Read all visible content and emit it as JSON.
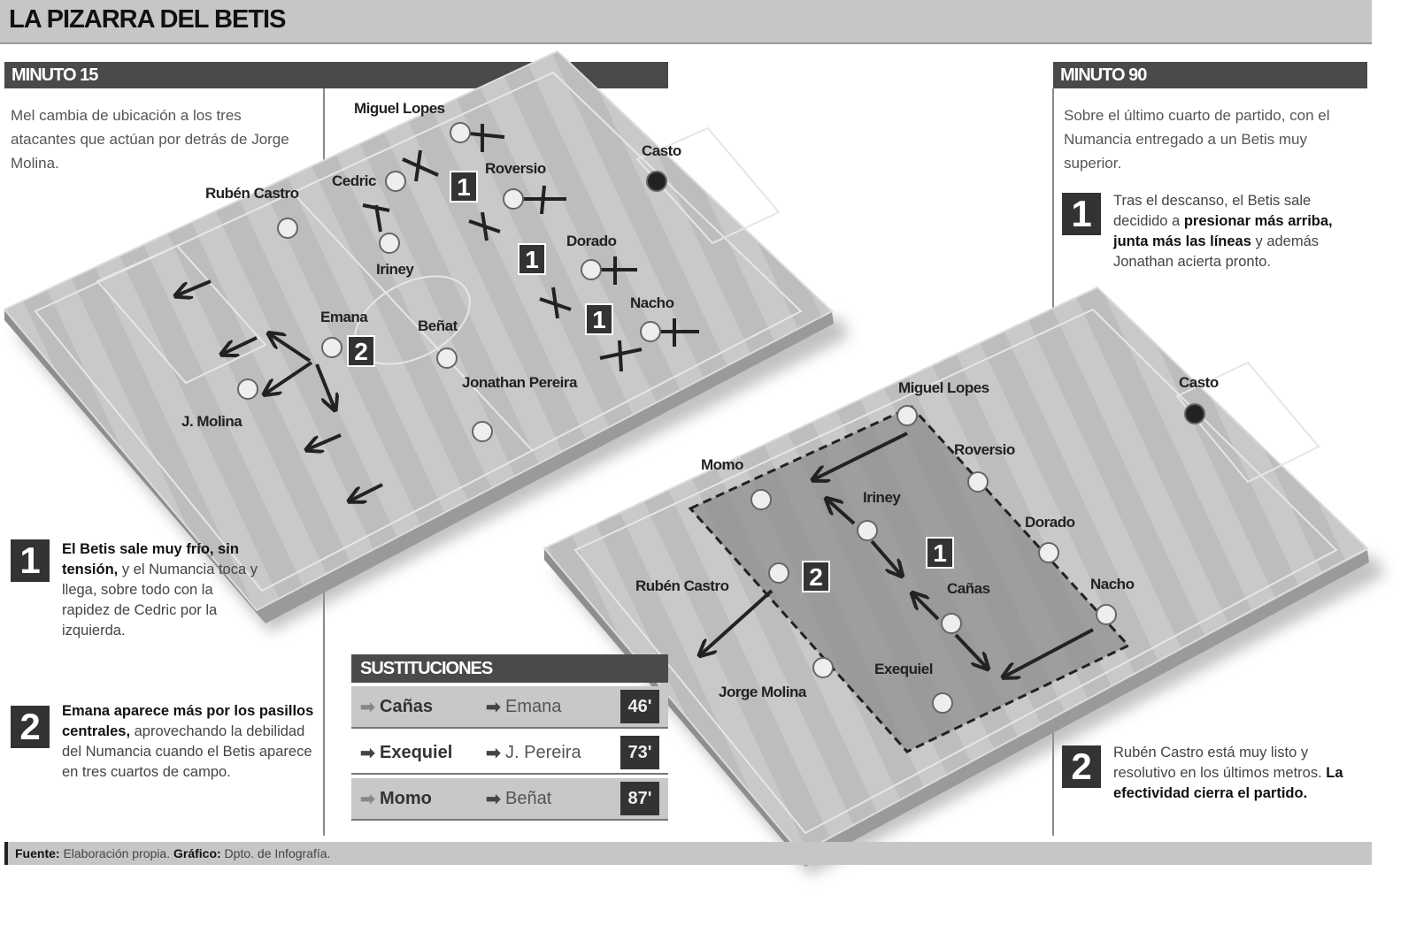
{
  "title": "LA PIZARRA DEL BETIS",
  "left": {
    "header": "MINUTO 15",
    "intro": "Mel cambia de ubicación a los tres atacantes que actúan por detrás de Jorge Molina.",
    "notes": [
      {
        "num": "1",
        "bold": "El Betis sale muy frío, sin tensión,",
        "rest": " y el Numancia toca y llega, sobre todo con la rapidez de Cedric por la izquierda."
      },
      {
        "num": "2",
        "bold": "Emana aparece más por los pasillos centrales,",
        "rest": " aprovechando la debilidad del Numancia cuando el Betis aparece en tres cuartos de campo."
      }
    ]
  },
  "right": {
    "header": "MINUTO 90",
    "intro": "Sobre el último cuarto de partido, con el Numancia entregado a un Betis muy superior.",
    "notes": [
      {
        "num": "1",
        "pre": "Tras el descanso, el Betis sale decidido a ",
        "bold": "presionar más arriba, junta más las líneas",
        "rest": " y además Jonathan acierta pronto."
      },
      {
        "num": "2",
        "pre": "Rubén Castro está muy listo y resolutivo en los últimos metros. ",
        "bold": "La efectividad cierra el partido.",
        "rest": ""
      }
    ]
  },
  "pitch1": {
    "players": [
      "Miguel Lopes",
      "Cedric",
      "Rubén Castro",
      "Roversio",
      "Casto",
      "Iriney",
      "Dorado",
      "Emana",
      "Beñat",
      "Nacho",
      "Jonathan Pereira",
      "J. Molina"
    ],
    "badges": [
      "1",
      "1",
      "1",
      "2"
    ]
  },
  "pitch2": {
    "players": [
      "Miguel Lopes",
      "Casto",
      "Momo",
      "Roversio",
      "Iriney",
      "Dorado",
      "Rubén Castro",
      "Cañas",
      "Nacho",
      "Jorge Molina",
      "Exequiel"
    ],
    "badges": [
      "1",
      "2"
    ]
  },
  "substitutions": {
    "header": "SUSTITUCIONES",
    "rows": [
      {
        "out": "Cañas",
        "in": "Emana",
        "minute": "46'"
      },
      {
        "out": "Exequiel",
        "in": "J. Pereira",
        "minute": "73'"
      },
      {
        "out": "Momo",
        "in": "Beñat",
        "minute": "87'"
      }
    ]
  },
  "footer": {
    "source_label": "Fuente:",
    "source": " Elaboración propia. ",
    "graphic_label": "Gráfico:",
    "graphic": " Dpto. de Infografía."
  }
}
